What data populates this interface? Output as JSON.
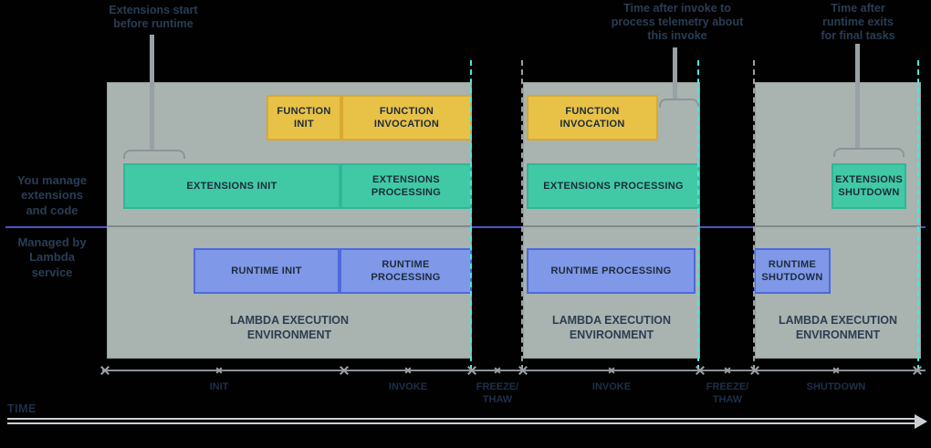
{
  "colors": {
    "background": "#010101",
    "env_fill": "#a9b3b0",
    "env_border": "#949f9c",
    "yellow_fill": "#e8c147",
    "yellow_border": "#d8a930",
    "green_fill": "#41c9a5",
    "green_border": "#30b795",
    "blue_fill": "#7f98e8",
    "blue_border": "#4c69e0",
    "divider_blue": "#4556cd",
    "dashed_cyan": "#49e8dc",
    "dashed_gray": "#9aa1a6",
    "dark_text": "#1d2b3a",
    "annotation_text": "#2a3d55"
  },
  "annotations": {
    "extensions_start": "Extensions start\nbefore runtime",
    "invoke_telemetry": "Time after invoke to\nprocess telemetry about\nthis invoke",
    "final_tasks": "Time after\nruntime exits\nfor final tasks"
  },
  "side_labels": {
    "you_manage": "You manage\nextensions\nand code",
    "managed_by": "Managed by\nLambda\nservice"
  },
  "environments": [
    {
      "label": "LAMBDA EXECUTION\nENVIRONMENT",
      "bars": {
        "function_init": "FUNCTION\nINIT",
        "function_invocation": "FUNCTION\nINVOCATION",
        "extensions_init": "EXTENSIONS INIT",
        "extensions_processing": "EXTENSIONS\nPROCESSING",
        "runtime_init": "RUNTIME INIT",
        "runtime_processing": "RUNTIME\nPROCESSING"
      }
    },
    {
      "label": "LAMBDA EXECUTION\nENVIRONMENT",
      "bars": {
        "function_invocation": "FUNCTION\nINVOCATION",
        "extensions_processing": "EXTENSIONS PROCESSING",
        "runtime_processing": "RUNTIME PROCESSING"
      }
    },
    {
      "label": "LAMBDA EXECUTION\nENVIRONMENT",
      "bars": {
        "extensions_shutdown": "EXTENSIONS\nSHUTDOWN",
        "runtime_shutdown": "RUNTIME\nSHUTDOWN"
      }
    }
  ],
  "timeline": {
    "phase_labels": [
      "INIT",
      "INVOKE",
      "FREEZE/\nTHAW",
      "INVOKE",
      "FREEZE/\nTHAW",
      "SHUTDOWN"
    ]
  },
  "time_axis": {
    "label": "TIME"
  }
}
